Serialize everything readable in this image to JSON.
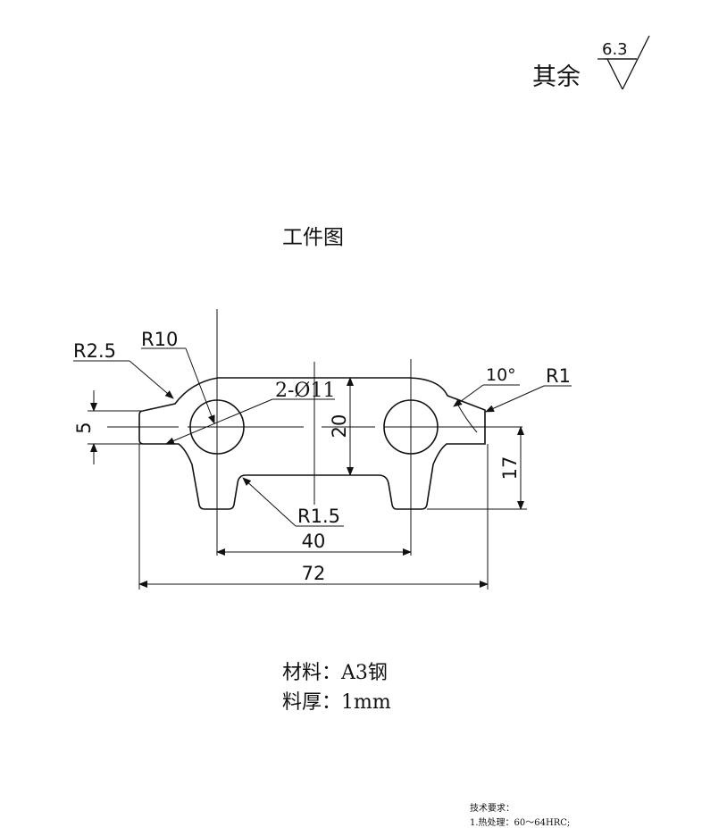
{
  "roughness": {
    "prefix": "其余",
    "value": "6.3"
  },
  "title": "工件图",
  "dimensions": {
    "r2_5": "R2.5",
    "r10": "R10",
    "holes": "2-Ø11",
    "angle": "10°",
    "r1": "R1",
    "dim5": "5",
    "dim20": "20",
    "dim17": "17",
    "r1_5": "R1.5",
    "dim40": "40",
    "dim72": "72"
  },
  "notes": {
    "material": "材料：A3钢",
    "thickness": "料厚：1mm"
  },
  "tech_requirements": {
    "title": "技术要求：",
    "item1": "1.热处理：60～64HRC;"
  }
}
